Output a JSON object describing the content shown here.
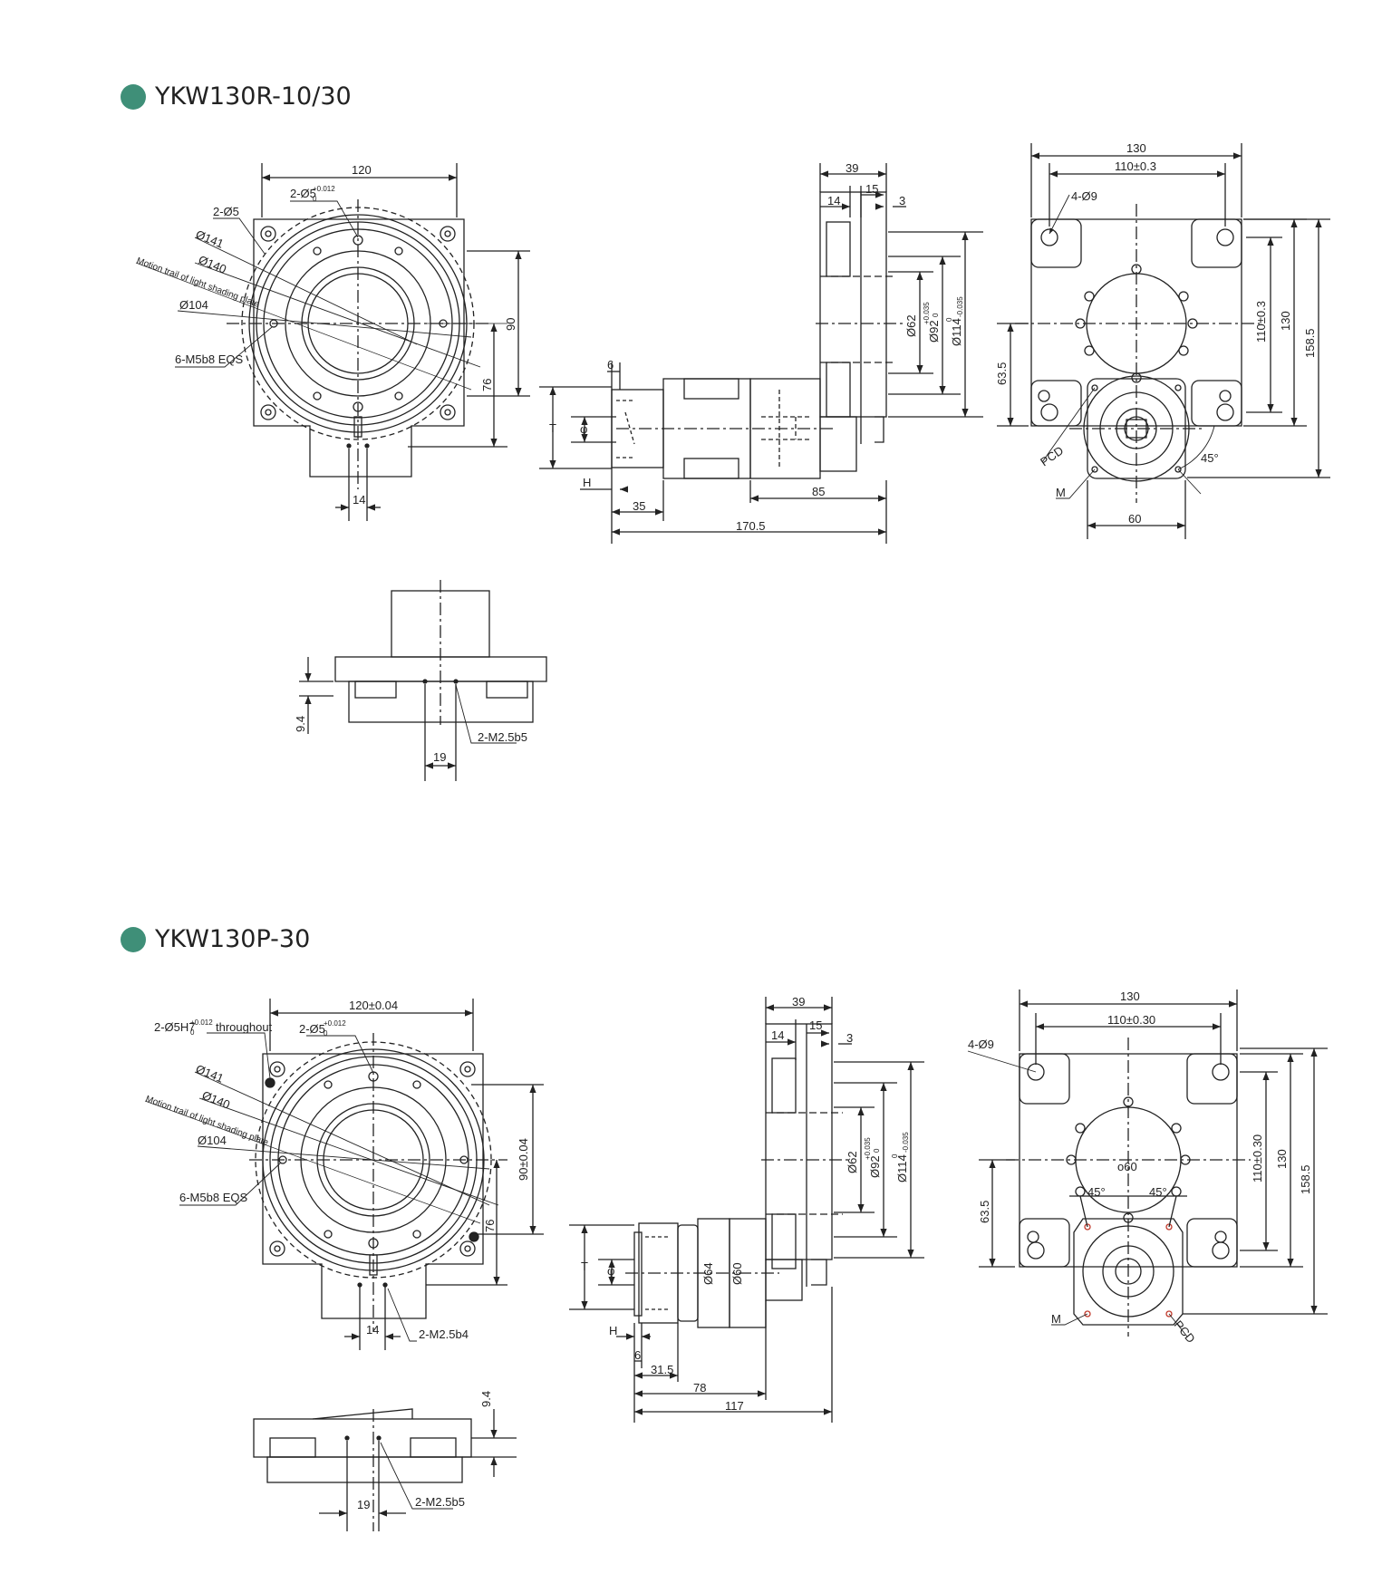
{
  "accent_color": "#3f8f78",
  "sections": [
    {
      "title": "YKW130R-10/30"
    },
    {
      "title": "YKW130P-30"
    }
  ],
  "labels": {
    "s1_front": {
      "dim_120": "120",
      "pin": "2-Ø5",
      "pin_sup": "+0.012",
      "pin_sub": "0",
      "hole": "2-Ø5",
      "d141": "Ø141",
      "d140": "Ø140",
      "trail": "Motion trail of light shading plate",
      "d104": "Ø104",
      "m5": "6-M5b8 EQS",
      "d90": "90",
      "d76": "76",
      "d14": "14"
    },
    "s1_side": {
      "d39": "39",
      "d14": "14",
      "d15": "15",
      "d3": "3",
      "d6": "6",
      "T": "T",
      "phi": "φ",
      "H": "H",
      "d35": "35",
      "d85": "85",
      "d1705": "170.5",
      "d62": "Ø62",
      "d92": "Ø92",
      "d92_sup": "+0.035",
      "d92_sub": "0",
      "d114": "Ø114",
      "d114_sup": "0",
      "d114_sub": "-0.035"
    },
    "s1_right": {
      "d130": "130",
      "d110": "110±0.3",
      "holes": "4-Ø9",
      "v110": "110±0.3",
      "v130": "130",
      "v1585": "158.5",
      "v635": "63.5",
      "pcd": "PCD",
      "m": "M",
      "a45": "45°",
      "d60": "60"
    },
    "s1_bottom": {
      "d94": "9.4",
      "m25": "2-M2.5b5",
      "d19": "19"
    },
    "s2_front": {
      "dim_120": "120±0.04",
      "through": "2-Ø5H7",
      "through_sup": "+0.012",
      "through_sub": "0",
      "through_tail": "throughout",
      "pin": "2-Ø5",
      "pin_sup": "+0.012",
      "pin_sub": "0",
      "d141": "Ø141",
      "d140": "Ø140",
      "trail": "Motion trail of light shading plate",
      "d104": "Ø104",
      "m5": "6-M5b8 EQS",
      "d90": "90±0.04",
      "d76": "76",
      "d14": "14",
      "m254": "2-M2.5b4"
    },
    "s2_side": {
      "d39": "39",
      "d14": "14",
      "d15": "15",
      "d3": "3",
      "T": "T",
      "phi": "φ",
      "H": "H",
      "d6": "6",
      "d315": "31.5",
      "d78": "78",
      "d117": "117",
      "d62": "Ø62",
      "d92": "Ø92",
      "d92_sup": "+0.035",
      "d92_sub": "0",
      "d114": "Ø114",
      "d114_sup": "0",
      "d114_sub": "-0.035",
      "d64": "Ø64",
      "d60": "Ø60"
    },
    "s2_right": {
      "d130": "130",
      "d110": "110±0.30",
      "holes": "4-Ø9",
      "v110": "110±0.30",
      "v130": "130",
      "v1585": "158.5",
      "v635": "63.5",
      "o60": "o60",
      "a45l": "45°",
      "a45r": "45°",
      "m": "M",
      "pcd": "PCD"
    },
    "s2_bottom": {
      "d94": "9.4",
      "d19": "19",
      "m25": "2-M2.5b5"
    }
  }
}
